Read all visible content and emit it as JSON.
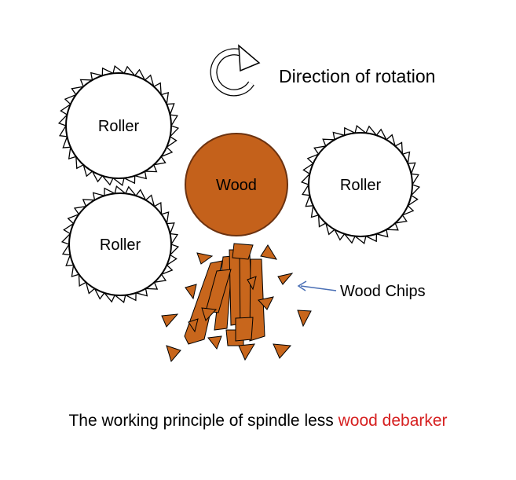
{
  "labels": {
    "rotation": "Direction of rotation",
    "roller": "Roller",
    "wood": "Wood",
    "chips": "Wood Chips"
  },
  "rollers": [
    {
      "label": "Roller"
    },
    {
      "label": "Roller"
    },
    {
      "label": "Roller"
    }
  ],
  "caption": {
    "plain": "The working principle of spindle less ",
    "highlight": "wood debarker"
  },
  "colors": {
    "wood": "#c4611b",
    "wood_stroke": "#7a3a10",
    "chip": "#c8661c",
    "arrow": "#4a6fb5",
    "highlight": "#d62020"
  },
  "icons": {
    "rotation": "circular-arrow-icon"
  }
}
